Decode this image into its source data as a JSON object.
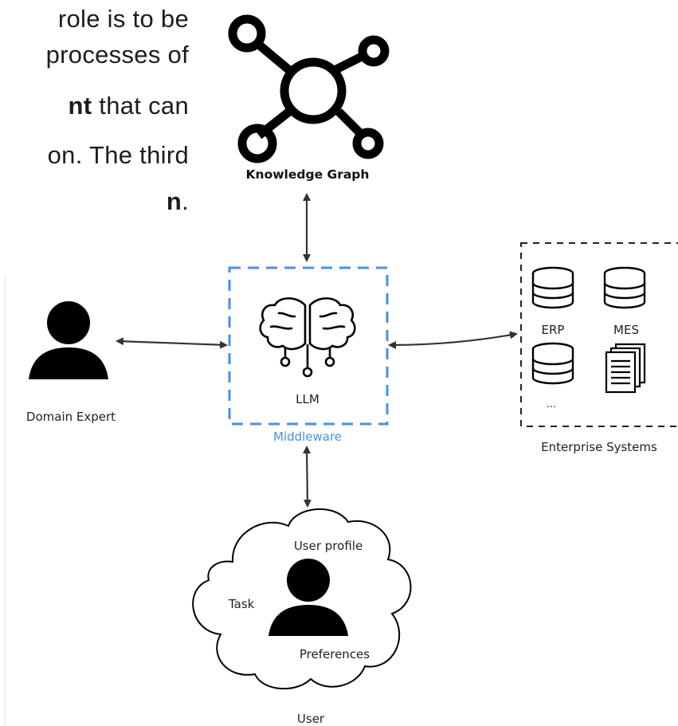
{
  "paragraph": {
    "line1": "role is to be",
    "line2": "processes of",
    "line3_bold": "nt",
    "line3_rest": " that can",
    "line4": "on. The third",
    "line5_bold": "n",
    "line5_rest": "."
  },
  "knowledge_graph": {
    "label": "Knowledge Graph",
    "icon": "knowledge-graph-icon"
  },
  "middleware": {
    "label": "Middleware",
    "llm_label": "LLM",
    "icon": "brain-icon",
    "color": "#4a90e2"
  },
  "domain_expert": {
    "label": "Domain Expert",
    "icon": "person-icon"
  },
  "enterprise": {
    "label": "Enterprise Systems",
    "items": [
      {
        "label": "ERP",
        "icon": "database-icon"
      },
      {
        "label": "MES",
        "icon": "database-icon"
      },
      {
        "label": "...",
        "icon": "database-icon"
      },
      {
        "label": "",
        "icon": "documents-icon"
      }
    ]
  },
  "user": {
    "label": "User",
    "profile_label": "User profile",
    "task_label": "Task",
    "preferences_label": "Preferences",
    "icon": "person-icon"
  }
}
